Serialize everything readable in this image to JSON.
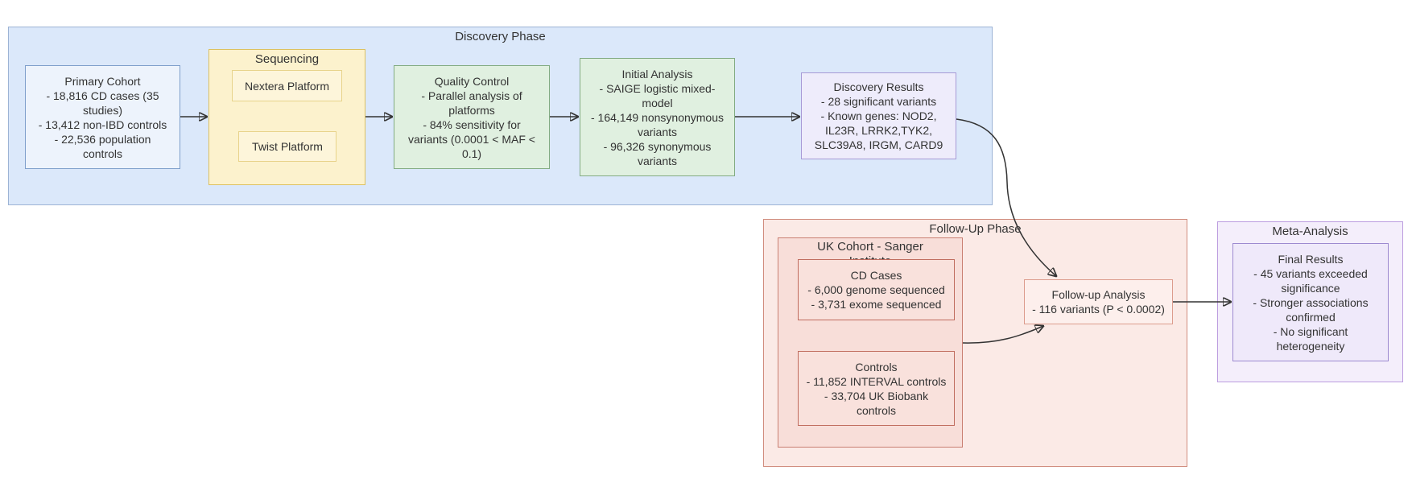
{
  "diagram_title": "CD genetic study flowchart",
  "colors": {
    "discovery_fill": "#dbe8fa",
    "discovery_border": "#9cb3d5",
    "sequencing_fill": "#fcf2cd",
    "green_node_fill": "#e0f0e0",
    "purple_node_fill": "#eeecfb",
    "followup_fill": "#fbeae6",
    "uk_cohort_fill": "#f8ded9",
    "meta_fill": "#f4eefb",
    "text": "#333333",
    "edge": "#333333"
  },
  "discovery": {
    "label": "Discovery Phase",
    "primary_cohort": "Primary Cohort\n- 18,816 CD cases (35\nstudies)\n- 13,412 non-IBD controls\n- 22,536 population\ncontrols",
    "sequencing": {
      "label": "Sequencing",
      "nextera": "Nextera Platform",
      "twist": "Twist Platform"
    },
    "quality_control": "Quality Control\n- Parallel analysis of\nplatforms\n- 84% sensitivity for\nvariants (0.0001 < MAF <\n0.1)",
    "initial_analysis": "Initial Analysis\n- SAIGE logistic mixed-\nmodel\n- 164,149 nonsynonymous\nvariants\n- 96,326 synonymous\nvariants",
    "discovery_results": "Discovery Results\n- 28 significant variants\n- Known genes: NOD2,\nIL23R, LRRK2,TYK2,\nSLC39A8, IRGM, CARD9"
  },
  "followup": {
    "label": "Follow-Up Phase",
    "uk_cohort": {
      "label": "UK Cohort - Sanger\nInstitute",
      "cd_cases": "CD Cases\n- 6,000 genome sequenced\n- 3,731 exome sequenced",
      "controls": "Controls\n- 11,852 INTERVAL controls\n- 33,704 UK Biobank\ncontrols"
    },
    "followup_analysis": "Follow-up Analysis\n- 116 variants (P < 0.0002)"
  },
  "meta": {
    "label": "Meta-Analysis",
    "final_results": "Final Results\n- 45 variants exceeded\nsignificance\n- Stronger associations\nconfirmed\n- No significant\nheterogeneity"
  }
}
